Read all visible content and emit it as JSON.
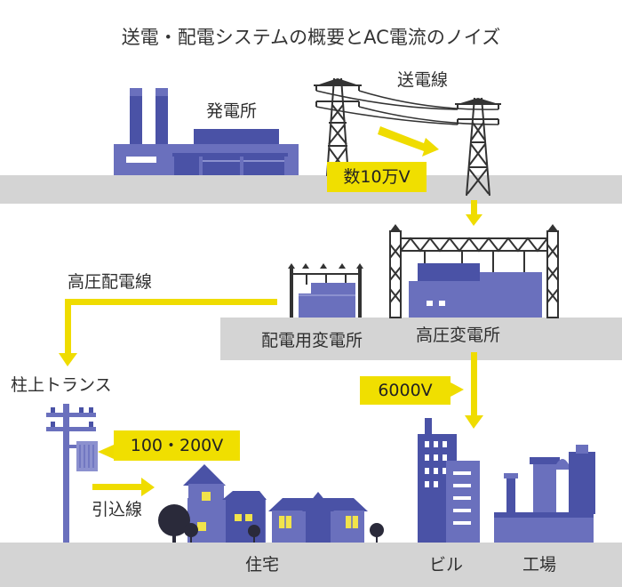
{
  "title": "送電・配電システムの概要とAC電流のノイズ",
  "labels": {
    "power_plant": "発電所",
    "transmission_line": "送電線",
    "high_voltage_distribution_line": "高圧配電線",
    "distribution_substation": "配電用変電所",
    "high_voltage_substation": "高圧変電所",
    "pole_transformer": "柱上トランス",
    "service_line": "引込線",
    "house": "住宅",
    "building": "ビル",
    "factory": "工場"
  },
  "voltages": {
    "transmission": "数10万V",
    "distribution": "6000V",
    "household": "100・200V"
  },
  "colors": {
    "ground": "#d4d4d4",
    "building_dark": "#4a52a6",
    "building_mid": "#6a70bd",
    "building_light": "#8c91cf",
    "arrow": "#efdc00",
    "tower": "#333333",
    "tree": "#2a2a3a",
    "window": "#f1e34b"
  }
}
